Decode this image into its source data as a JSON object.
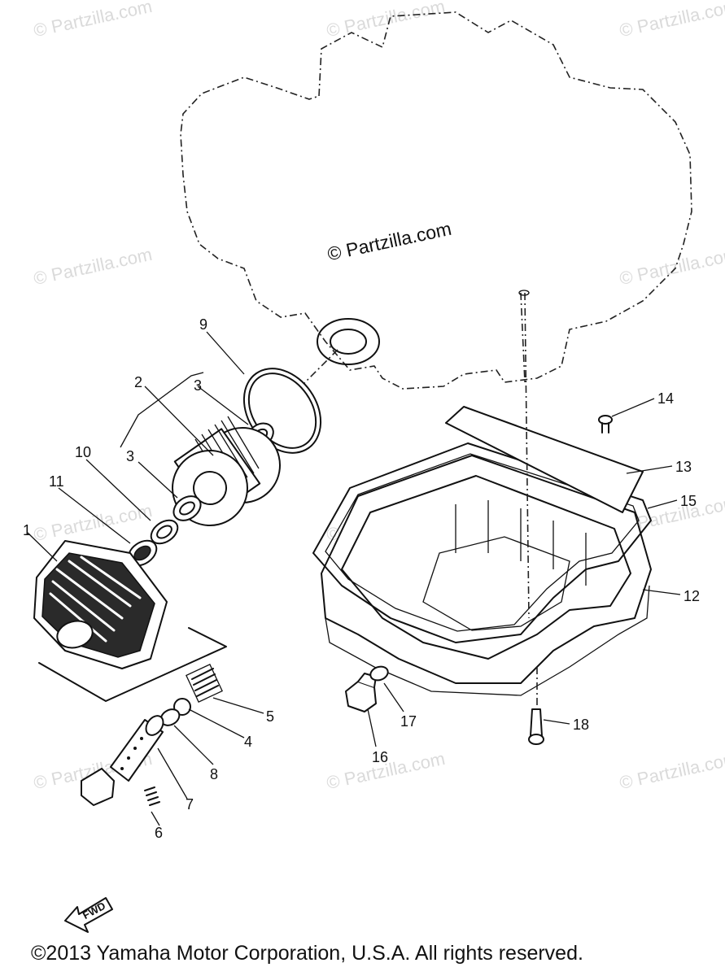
{
  "watermark": {
    "center_text": "© Partzilla.com",
    "repeat_text": "© Partzilla.com"
  },
  "fwd_label": "FWD",
  "copyright": "©2013 Yamaha Motor Corporation, U.S.A. All rights reserved.",
  "callouts": {
    "c1": "1",
    "c2": "2",
    "c3a": "3",
    "c3b": "3",
    "c4": "4",
    "c5": "5",
    "c6": "6",
    "c7": "7",
    "c8": "8",
    "c9": "9",
    "c10": "10",
    "c11": "11",
    "c12": "12",
    "c13": "13",
    "c14": "14",
    "c15": "15",
    "c16": "16",
    "c17": "17",
    "c18": "18"
  }
}
